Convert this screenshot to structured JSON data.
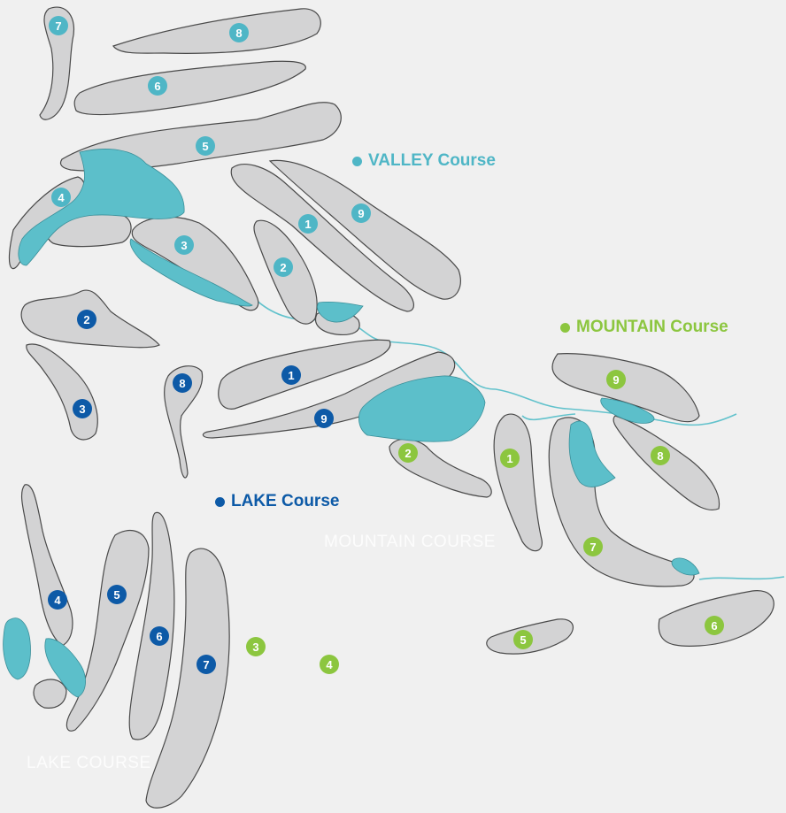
{
  "colors": {
    "valley": "#4fb6c6",
    "lake": "#0d5aa7",
    "mountain": "#8cc63f",
    "fairway": "#d3d3d4",
    "water": "#5cbfca"
  },
  "labels": {
    "valley": "VALLEY Course",
    "mountain": "MOUNTAIN Course",
    "lake": "LAKE Course",
    "mountain_watermark": "MOUNTAIN COURSE",
    "lake_watermark": "LAKE COURSE"
  },
  "holes": {
    "valley": [
      "1",
      "2",
      "3",
      "4",
      "5",
      "6",
      "7",
      "8",
      "9"
    ],
    "lake": [
      "1",
      "2",
      "3",
      "4",
      "5",
      "6",
      "7",
      "8",
      "9"
    ],
    "mountain": [
      "1",
      "2",
      "3",
      "4",
      "5",
      "6",
      "7",
      "8",
      "9"
    ]
  }
}
